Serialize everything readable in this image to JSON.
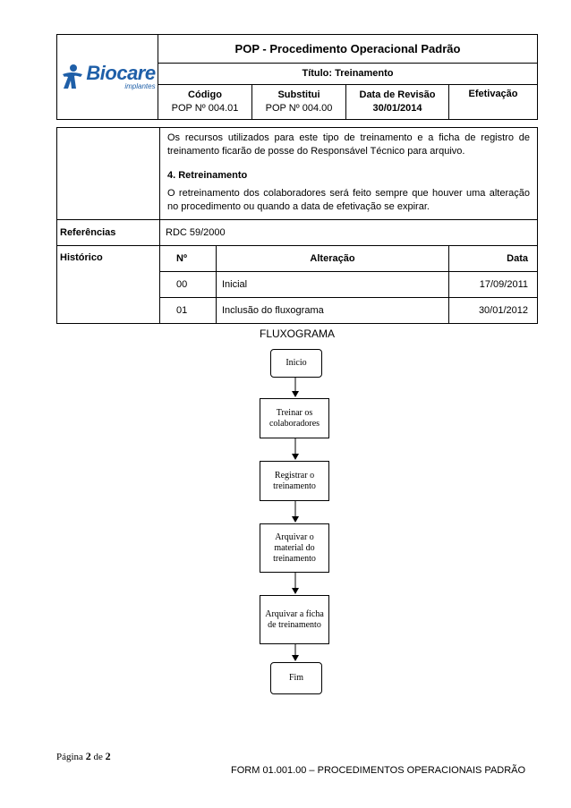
{
  "header": {
    "logo_text": "Biocare",
    "logo_sub": "implantes",
    "title": "POP - Procedimento Operacional Padrão",
    "subtitle": "Título: Treinamento",
    "columns": [
      {
        "label": "Código",
        "value": "POP Nº 004.01"
      },
      {
        "label": "Substitui",
        "value": "POP Nº 004.00"
      },
      {
        "label": "Data de Revisão",
        "value": "30/01/2014"
      },
      {
        "label": "Efetivação",
        "value": ""
      }
    ]
  },
  "body": {
    "paragraph1": "Os recursos utilizados para este tipo de treinamento e a ficha de registro de treinamento ficarão de posse do Responsável Técnico para arquivo.",
    "section_heading": "4.   Retreinamento",
    "paragraph2": "O retreinamento dos colaboradores será feito sempre que houver uma alteração no procedimento ou quando a data de efetivação se expirar."
  },
  "references": {
    "label": "Referências",
    "value": "RDC 59/2000"
  },
  "history": {
    "label": "Histórico",
    "headers": [
      "Nº",
      "Alteração",
      "Data"
    ],
    "rows": [
      {
        "n": "00",
        "change": "Inicial",
        "date": "17/09/2011"
      },
      {
        "n": "01",
        "change": "Inclusão do fluxograma",
        "date": "30/01/2012"
      }
    ]
  },
  "flowchart": {
    "title": "FLUXOGRAMA",
    "steps": [
      "Inicio",
      "Treinar os colaboradores",
      "Registrar o treinamento",
      "Arquivar o material do treinamento",
      "Arquivar a ficha de treinamento",
      "Fim"
    ]
  },
  "page": {
    "label": "Página",
    "current": "2",
    "of": "de",
    "total": "2"
  },
  "footer": "FORM 01.001.00 – PROCEDIMENTOS OPERACIONAIS PADRÃO",
  "colors": {
    "logo_blue": "#1f5fa8"
  }
}
